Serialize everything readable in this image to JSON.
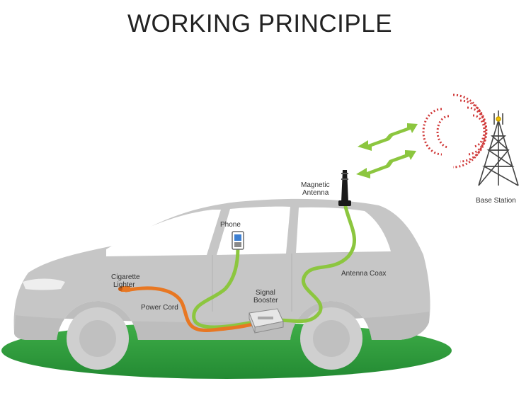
{
  "title": "WORKING PRINCIPLE",
  "labels": {
    "magnetic_antenna_line1": "Magnetic",
    "magnetic_antenna_line2": "Antenna",
    "base_station": "Base Station",
    "phone": "Phone",
    "cigarette_lighter_line1": "Cigarette",
    "cigarette_lighter_line2": "Lighter",
    "power_cord": "Power Cord",
    "signal_booster_line1": "Signal",
    "signal_booster_line2": "Booster",
    "antenna_coax": "Antenna Coax"
  },
  "colors": {
    "car_body": "#c8c8c8",
    "window": "#ffffff",
    "ground": "#2e9e3e",
    "coax_cable": "#8cc63f",
    "power_cord": "#e87722",
    "signal_waves": "#d03a3a",
    "arrows": "#8cc63f",
    "tower": "#444444"
  },
  "icons": [
    "magnetic-antenna-icon",
    "cell-tower-icon",
    "phone-icon",
    "signal-booster-icon",
    "cigarette-lighter-plug-icon"
  ]
}
